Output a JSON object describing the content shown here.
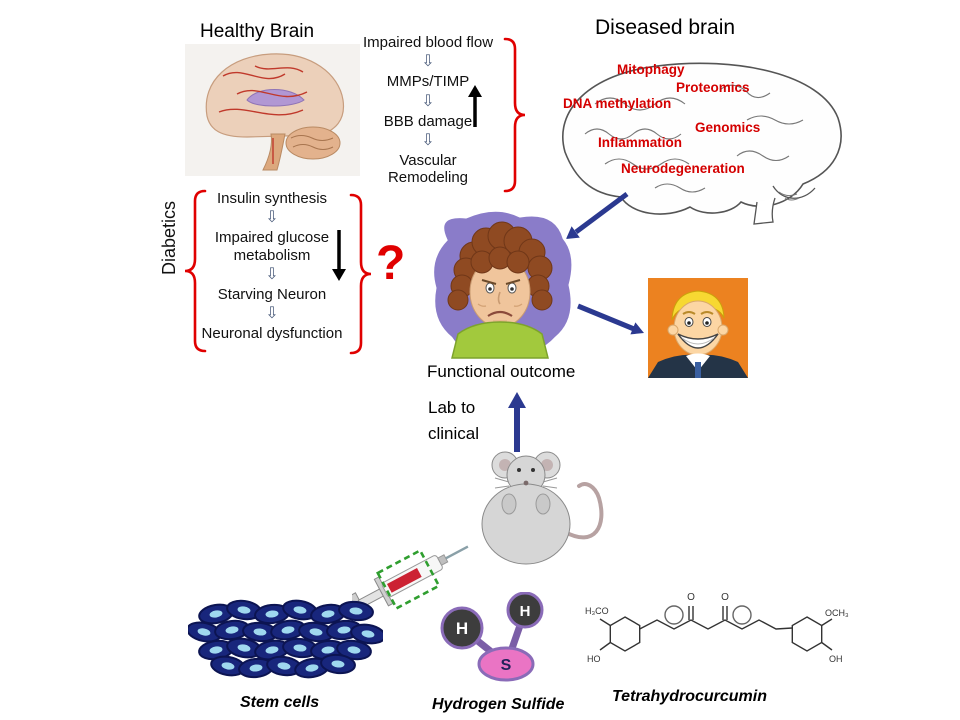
{
  "colors": {
    "accent_red": "#e00000",
    "arrow_blue": "#2b3990",
    "label_red": "#d40000"
  },
  "icons": {
    "down_arrow": "⇩"
  },
  "healthy_brain": {
    "title": "Healthy Brain"
  },
  "vascular_flow": {
    "steps": [
      "Impaired blood flow",
      "MMPs/TIMP",
      "BBB damage",
      "Vascular Remodeling"
    ]
  },
  "diseased_brain": {
    "title": "Diseased brain",
    "labels": [
      "Mitophagy",
      "Proteomics",
      "DNA methylation",
      "Genomics",
      "Inflammation",
      "Neurodegeneration"
    ]
  },
  "diabetics": {
    "side_label": "Diabetics",
    "steps": [
      "Insulin synthesis",
      "Impaired glucose metabolism",
      "Starving Neuron",
      "Neuronal dysfunction"
    ]
  },
  "question_mark": "?",
  "functional_outcome_label": "Functional outcome",
  "lab_to_clinical": {
    "lines": [
      "Lab to",
      "clinical"
    ]
  },
  "captions": {
    "stem_cells": "Stem cells",
    "hydrogen_sulfide": "Hydrogen Sulfide",
    "tetrahydrocurcumin": "Tetrahydrocurcumin"
  },
  "h2s_molecule": {
    "h_left": "H",
    "h_right": "H",
    "s": "S"
  },
  "chemical_structure": {
    "top_left": "H₃CO",
    "bottom_left": "HO",
    "top_right": "OCH₃",
    "bottom_right": "OH",
    "carbonyl_1": "O",
    "carbonyl_2": "O"
  }
}
